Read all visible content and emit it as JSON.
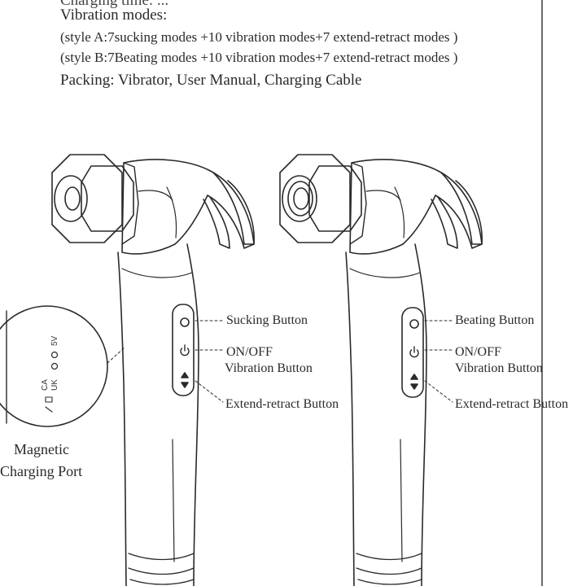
{
  "specs": {
    "cut_line": "Charging time: ...",
    "vibration_title": "Vibration modes:",
    "style_a": "(style A:7sucking modes +10  vibration modes+7 extend-retract modes )",
    "style_b": "(style B:7Beating modes +10  vibration modes+7 extend-retract modes )",
    "packing": "Packing: Vibrator, User Manual, Charging Cable"
  },
  "left_device": {
    "top_button": "Sucking Button",
    "power_line1": "ON/OFF",
    "power_line2": "Vibration  Button",
    "extend_button": "Extend-retract Button"
  },
  "right_device": {
    "top_button": "Beating Button",
    "power_line1": "ON/OFF",
    "power_line2": "Vibration  Button",
    "extend_button": "Extend-retract Button"
  },
  "port": {
    "line1": "Magnetic",
    "line2": "Charging Port",
    "marking_voltage": "5V",
    "marking_uk": "UK",
    "marking_ca": "CA"
  },
  "colors": {
    "line": "#2a2a2a",
    "background": "#ffffff"
  }
}
